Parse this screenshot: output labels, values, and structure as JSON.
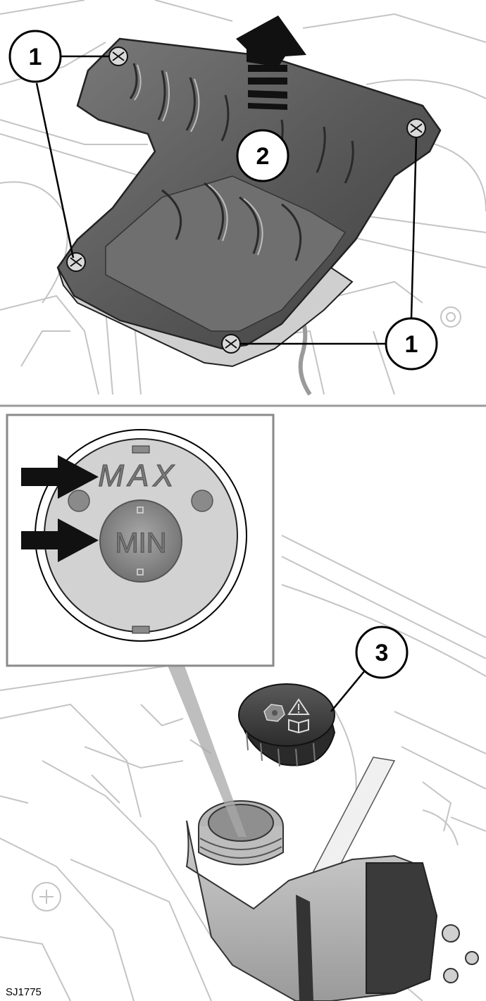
{
  "callouts": {
    "screw_label": "1",
    "cover_lift_label": "2",
    "cap_label": "3"
  },
  "level_marks": {
    "max": "MAX",
    "min": "MIN"
  },
  "reference_code": "SJ1775",
  "colors": {
    "cover_dark": "#4a4a4a",
    "cover_mid": "#6b6b6b",
    "cover_light": "#9a9a9a",
    "line_art": "#bdbdbd",
    "inset_grey": "#c9c9c9",
    "arrow": "#111111"
  }
}
